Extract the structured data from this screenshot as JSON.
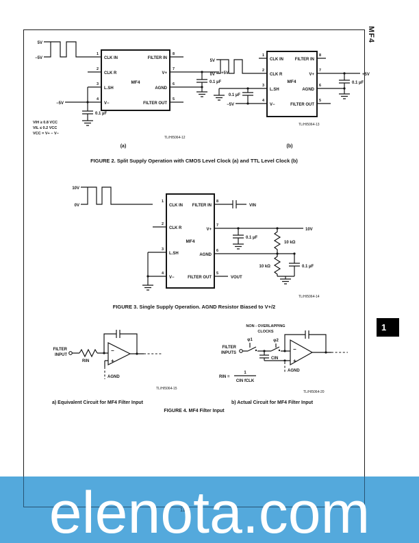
{
  "page": {
    "side_label": "MF4",
    "section_tab": "1",
    "page_number": "11",
    "watermark_text": "elenota.com",
    "banner_color": "#54A9DC"
  },
  "figure2": {
    "caption": "FIGURE 2. Split Supply Operation with CMOS Level Clock (a) and TTL Level Clock (b)",
    "a": {
      "clock_high": "5V",
      "clock_low": "−5V",
      "chip_name": "MF4",
      "pin_numbers_left": [
        "1",
        "2",
        "3",
        "4"
      ],
      "pin_labels_left": [
        "CLK IN",
        "CLK R",
        "L.SH",
        "V−"
      ],
      "pin_numbers_right": [
        "8",
        "7",
        "6",
        "5"
      ],
      "pin_labels_right": [
        "FILTER IN",
        "V+",
        "AGND",
        "FILTER OUT"
      ],
      "neg_supply": "−5V",
      "pos_supply": "+5V",
      "cap_neg": "0.1 µF",
      "cap_pos": "0.1 µF",
      "notes": [
        "VIH ≥ 0.8 VCC",
        "VIL ≤ 0.2 VCC",
        "VCC = V+ − V−"
      ],
      "doc_code": "TL/H/5064-12",
      "sublabel": "(a)"
    },
    "b": {
      "clock_high": "5V",
      "clock_low": "0V",
      "chip_name": "MF4",
      "pin_numbers_left": [
        "1",
        "2",
        "3",
        "4"
      ],
      "pin_labels_left": [
        "CLK IN",
        "CLK R",
        "L.SH",
        "V−"
      ],
      "pin_numbers_right": [
        "8",
        "7",
        "6",
        "5"
      ],
      "pin_labels_right": [
        "FILTER IN",
        "V+",
        "AGND",
        "FILTER OUT"
      ],
      "neg_supply": "−5V",
      "pos_supply": "+5V",
      "cap_neg": "0.1 µF",
      "cap_pos": "0.1 µF",
      "doc_code": "TL/H/5064-13",
      "sublabel": "(b)"
    }
  },
  "figure3": {
    "caption": "FIGURE 3. Single Supply Operation. AGND Resistor Biased to V+/2",
    "clock_high": "10V",
    "clock_low": "0V",
    "chip_name": "MF4",
    "pin_numbers_left": [
      "1",
      "2",
      "3",
      "4"
    ],
    "pin_labels_left": [
      "CLK IN",
      "CLK R",
      "L.SH",
      "V−"
    ],
    "pin_numbers_right": [
      "8",
      "7",
      "6",
      "5"
    ],
    "pin_labels_right": [
      "FILTER IN",
      "V+",
      "AGND",
      "FILTER OUT"
    ],
    "vin": "VIN",
    "vout": "VOUT",
    "supply": "10V",
    "bypass_cap": "0.1 µF",
    "r_top": "10 kΩ",
    "r_bottom": "10 kΩ",
    "agnd_cap": "0.1 µF",
    "doc_code": "TL/H/5064-14"
  },
  "figure4": {
    "caption": "FIGURE 4. MF4 Filter Input",
    "a": {
      "caption": "a) Equivalent Circuit for MF4 Filter Input",
      "input_line1": "FILTER",
      "input_line2": "INPUT",
      "rin": "RIN",
      "agnd": "AGND",
      "op_minus": "−",
      "op_plus": "+",
      "doc_code": "TL/H/5064-15"
    },
    "b": {
      "caption": "b) Actual Circuit for MF4 Filter Input",
      "clocks_line1": "NON - OVERLAPPING",
      "clocks_line2": "CLOCKS",
      "phi1": "φ1",
      "phi2": "φ2",
      "input_line1": "FILTER",
      "input_line2": "INPUTS",
      "cin": "CIN",
      "agnd": "AGND",
      "op_minus": "−",
      "op_plus": "+",
      "formula_lhs": "RIN =",
      "formula_num": "1",
      "formula_den": "CIN fCLK",
      "doc_code": "TL/H/5064-20"
    }
  }
}
